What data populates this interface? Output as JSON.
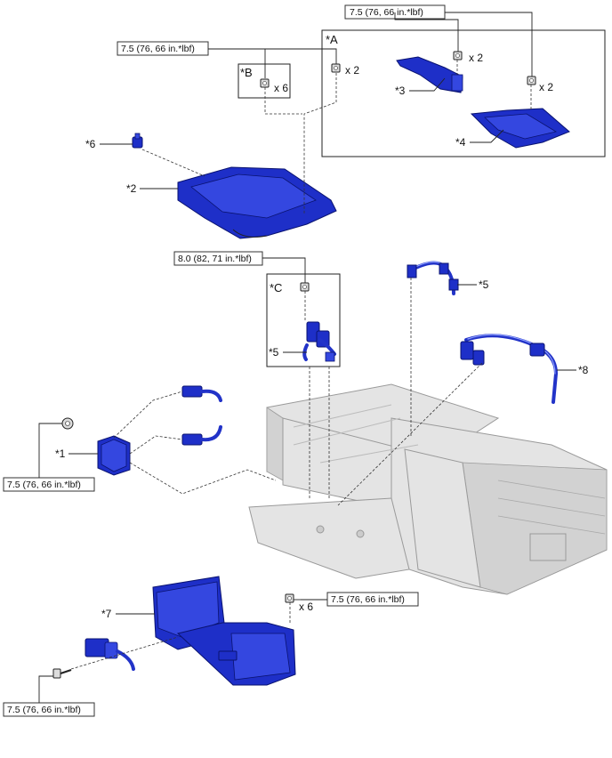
{
  "callouts": {
    "part1": "*1",
    "part2": "*2",
    "part3": "*3",
    "part4": "*4",
    "part5a": "*5",
    "part5b": "*5",
    "part6": "*6",
    "part7": "*7",
    "part8": "*8"
  },
  "boxes": {
    "box_a": "*A",
    "box_b": "*B",
    "box_c": "*C"
  },
  "quantities": {
    "top_nut": "x 2",
    "box_b_nut": "x 6",
    "part3_nut": "x 2",
    "part4_nut": "x 2",
    "lower_cover_nut": "x 6"
  },
  "torques": {
    "top_right": "7.5 (76, 66 in.*lbf)",
    "top_left": "7.5 (76, 66 in.*lbf)",
    "mid": "8.0 (82, 71 in.*lbf)",
    "part1": "7.5 (76, 66 in.*lbf)",
    "lower_right": "7.5 (76, 66 in.*lbf)",
    "lower_left": "7.5 (76, 66 in.*lbf)"
  },
  "colors": {
    "part_blue": "#1e2fc8",
    "battery_gray": "#e4e4e4",
    "line": "#222222"
  }
}
